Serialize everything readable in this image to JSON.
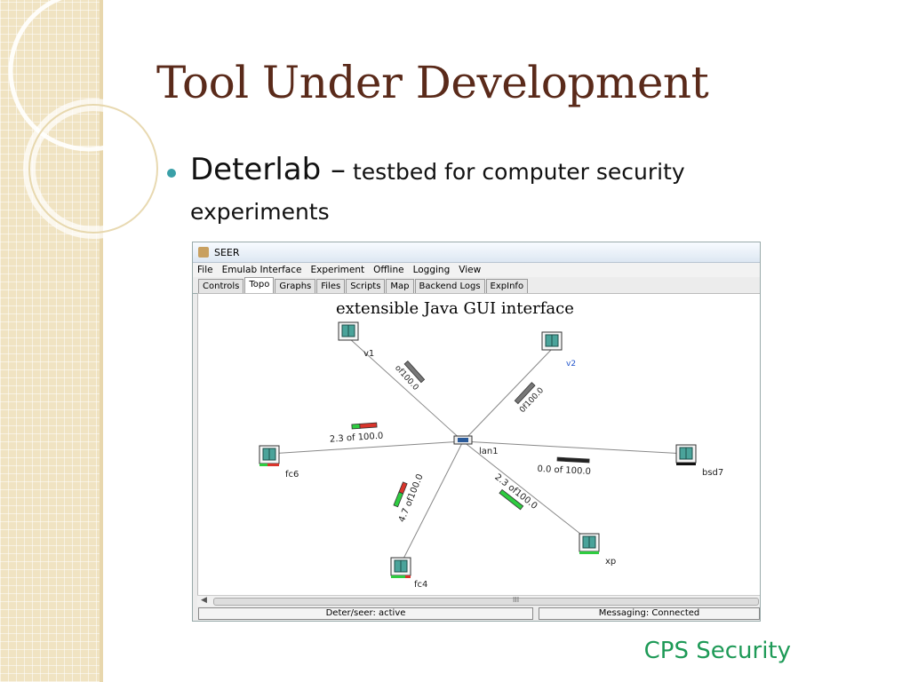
{
  "slide": {
    "title": "Tool Under Development",
    "bullet_term": "Deterlab –",
    "bullet_desc": " testbed for computer security experiments",
    "footer": "CPS Security"
  },
  "window": {
    "title": "SEER",
    "menu": [
      "File",
      "Emulab Interface",
      "Experiment",
      "Offline",
      "Logging",
      "View"
    ],
    "tabs": [
      "Controls",
      "Topo",
      "Graphs",
      "Files",
      "Scripts",
      "Map",
      "Backend Logs",
      "ExpInfo"
    ],
    "active_tab": "Topo",
    "caption": "extensible Java GUI interface",
    "scroll_grip": "III",
    "status_left": "Deter/seer: active",
    "status_right": "Messaging: Connected"
  },
  "topology": {
    "nodes": [
      {
        "id": "v1",
        "label": "v1"
      },
      {
        "id": "v2",
        "label": "v2"
      },
      {
        "id": "lan1",
        "label": "lan1"
      },
      {
        "id": "fc6",
        "label": "fc6"
      },
      {
        "id": "bsd7",
        "label": "bsd7"
      },
      {
        "id": "xp",
        "label": "xp"
      },
      {
        "id": "fc4",
        "label": "fc4"
      }
    ],
    "links": [
      {
        "to": "v1",
        "usage": "of100.0"
      },
      {
        "to": "v2",
        "usage": "0f100.0"
      },
      {
        "to": "fc6",
        "usage": "2.3 of 100.0"
      },
      {
        "to": "bsd7",
        "usage": "0.0 of 100.0"
      },
      {
        "to": "xp",
        "usage": "2.3 of100.0"
      },
      {
        "to": "fc4",
        "usage": "4.7 of100.0"
      }
    ]
  },
  "colors": {
    "title": "#5a2a1a",
    "footer": "#1e9a57",
    "bullet_dot": "#3aa0a8",
    "node_teal": "#4aa39a",
    "meter_green": "#2ecc40",
    "meter_red": "#d9342b",
    "meter_grey": "#777777",
    "v2_label": "#2255cc"
  }
}
